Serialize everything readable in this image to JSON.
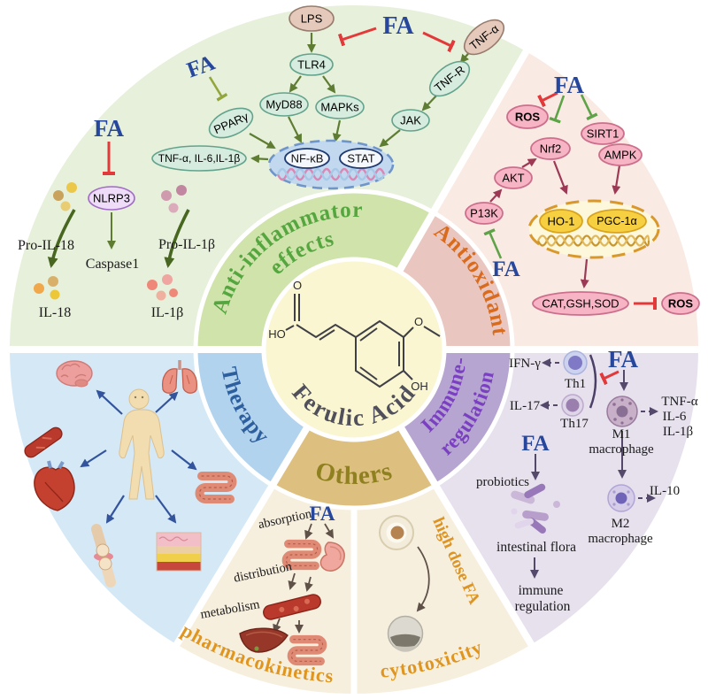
{
  "center": {
    "name": "Ferulic Acid",
    "atoms": {
      "ho": "HO",
      "o": "O",
      "ome_o": "O",
      "oh": "OH"
    }
  },
  "rings": {
    "anti_inflammatory": {
      "line1": "Anti-inflammatory",
      "line2": "effects",
      "color": "#55a63f"
    },
    "antioxidant": {
      "label": "Antioxidant",
      "color": "#d96b1e"
    },
    "immune": {
      "line1": "Immune-",
      "line2": "regulation",
      "color": "#7b3fc1"
    },
    "others": {
      "label": "Others",
      "color": "#8f8020"
    },
    "therapy": {
      "label": "Therapy",
      "color": "#2d5f9e"
    }
  },
  "fa": {
    "top": "FA",
    "ppar": "FA",
    "nlrp3": "FA",
    "antiox_top": "FA",
    "antiox_bottom": "FA",
    "immune_top": "FA",
    "immune_mid": "FA",
    "others": "FA",
    "color": "#26479c"
  },
  "anti": {
    "lps": "LPS",
    "tlr4": "TLR4",
    "myd88": "MyD88",
    "mapks": "MAPKs",
    "ppar": "PPARγ",
    "tnfa": "TNF-α",
    "tnfr": "TNF-R",
    "jak": "JAK",
    "nfkb": "NF-κB",
    "stat": "STAT",
    "cytokines": "TNF-α, IL-6,IL-1β",
    "nlrp3": "NLRP3",
    "caspase1": "Caspase1",
    "pro_il18": "Pro-IL-18",
    "il18": "IL-18",
    "pro_il1b": "Pro-IL-1β",
    "il1b": "IL-1β"
  },
  "antiox": {
    "ros": "ROS",
    "nrf2": "Nrf2",
    "sirt1": "SIRT1",
    "ampk": "AMPK",
    "akt": "AKT",
    "p13k": "P13K",
    "ho1": "HO-1",
    "pgc1a": "PGC-1α",
    "cat_gsh_sod": "CAT,GSH,SOD",
    "ros2": "ROS"
  },
  "immune": {
    "ifng": "IFN-γ",
    "th1": "Th1",
    "il17": "IL-17",
    "th17": "Th17",
    "m1": "M1",
    "m1_sub": "macrophage",
    "tnfa": "TNF-α",
    "il6": "IL-6",
    "il1b": "IL-1β",
    "m2": "M2",
    "m2_sub": "macrophage",
    "il10": "IL-10",
    "probiotics": "probiotics",
    "flora": "intestinal flora",
    "imm_line1": "immune",
    "imm_line2": "regulation"
  },
  "others": {
    "absorption": "absorption",
    "distribution": "distribution",
    "metabolism": "metabolism",
    "pharmacokinetics": "pharmacokinetics",
    "high_dose": "high dose FA",
    "cytotoxicity": "cytotoxicity"
  },
  "colors": {
    "sector_anti_bg": "#e7f0da",
    "sector_anti_band": "#cfe3ab",
    "sector_antiox_bg": "#faeae4",
    "sector_antiox_band": "#e9c7c0",
    "sector_immune_bg": "#e7e1ee",
    "sector_immune_band": "#b6a5d0",
    "sector_others_bg": "#f7efde",
    "sector_others_band": "#ddbf80",
    "sector_therapy_bg": "#d5e8f6",
    "sector_therapy_band": "#b2d3ee",
    "center_circle": "#faf6d2",
    "inhibit_red": "#e23a3a",
    "arrow_green": "#5e7d33",
    "arrow_maroon": "#9c3a56",
    "arrow_purple": "#55496b",
    "arrow_navy": "#33549c",
    "fa_blue": "#26479c",
    "orange_label": "#e0951f"
  }
}
